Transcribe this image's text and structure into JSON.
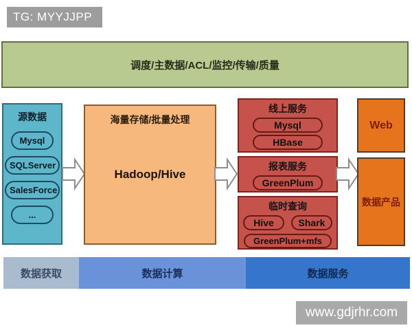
{
  "overlays": {
    "tg_label": "TG: MYYJJPP",
    "site_label": "www.gdjrhr.com"
  },
  "banner": {
    "label": "调度/主数据/ACL/监控/传输/质量"
  },
  "source": {
    "title": "源数据",
    "items": [
      "Mysql",
      "SQLServer",
      "SalesForce",
      "..."
    ]
  },
  "storage": {
    "title": "海量存储/批量处理",
    "label": "Hadoop/Hive"
  },
  "services": {
    "online": {
      "title": "线上服务",
      "items": [
        "Mysql",
        "HBase"
      ]
    },
    "report": {
      "title": "报表服务",
      "items": [
        "GreenPlum"
      ]
    },
    "adhoc": {
      "title": "临时查询",
      "items": [
        "Hive",
        "Shark",
        "GreenPlum+mfs"
      ]
    }
  },
  "outputs": {
    "web": "Web",
    "product": "数据产品"
  },
  "footer": {
    "segments": [
      "数据获取",
      "数据计算",
      "数据服务"
    ]
  },
  "colors": {
    "banner_green": "#b9ca90",
    "source_teal": "#5db6ca",
    "storage_orange": "#f7b87d",
    "service_red": "#c5534b",
    "output_orange": "#e6741d",
    "bar_gray_blue": "#a9bccf",
    "bar_mid_blue": "#6a92d8",
    "bar_dark_blue": "#3575cc",
    "watermark_gray": "#9d9d9d"
  }
}
